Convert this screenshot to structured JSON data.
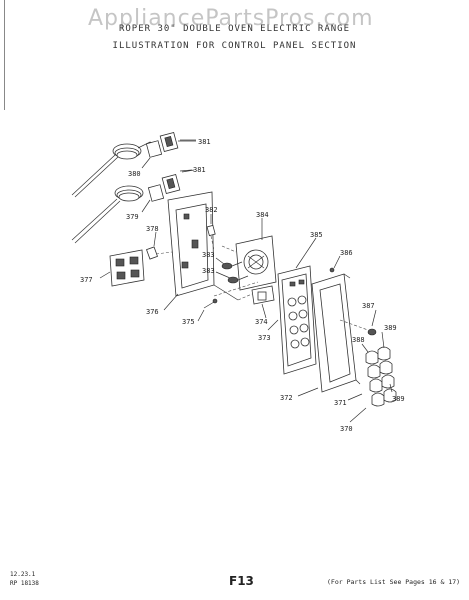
{
  "watermark": "AppliancePartsPros.com",
  "header": {
    "line1": "ROPER 30\" DOUBLE OVEN ELECTRIC RANGE",
    "line2": "ILLUSTRATION FOR CONTROL PANEL SECTION"
  },
  "callouts": {
    "c381a": "381",
    "c381b": "381",
    "c380": "380",
    "c379": "379",
    "c382": "382",
    "c384": "384",
    "c385": "385",
    "c386": "386",
    "c378": "378",
    "c377": "377",
    "c383a": "383",
    "c383b": "383",
    "c387": "387",
    "c388": "388",
    "c389a": "389",
    "c389b": "389",
    "c376": "376",
    "c375": "375",
    "c374": "374",
    "c373": "373",
    "c372": "372",
    "c371": "371",
    "c370": "370"
  },
  "footer": {
    "code1": "12.23.1",
    "code2": "RP 18138",
    "page": "F13",
    "parts_ref": "(For Parts List See Pages 16 & 17)"
  }
}
